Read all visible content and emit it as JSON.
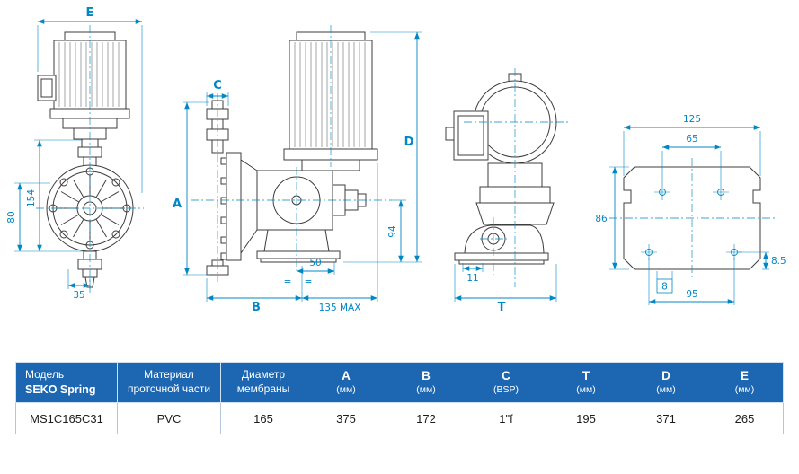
{
  "drawing": {
    "dim_color": "#0087c5",
    "line_color": "#3d3d3d",
    "labels": {
      "E": "E",
      "C": "C",
      "A": "A",
      "B": "B",
      "D": "D",
      "T": "T",
      "d154": "154",
      "d80": "80",
      "d35": "35",
      "d50": "50",
      "d135max": "135 MAX",
      "eq": "=",
      "d94": "94",
      "d11": "11",
      "d125": "125",
      "d65": "65",
      "d86": "86",
      "d8_5": "8.5",
      "d8": "8",
      "d95": "95"
    }
  },
  "table": {
    "headers": [
      {
        "line1": "Модель",
        "line2": "SEKO Spring"
      },
      {
        "line1": "Материал",
        "line2": "проточной части"
      },
      {
        "line1": "Диаметр",
        "line2": "мембраны"
      },
      {
        "line1": "A",
        "line2": "(мм)"
      },
      {
        "line1": "B",
        "line2": "(мм)"
      },
      {
        "line1": "C",
        "line2": "(BSP)"
      },
      {
        "line1": "T",
        "line2": "(мм)"
      },
      {
        "line1": "D",
        "line2": "(мм)"
      },
      {
        "line1": "E",
        "line2": "(мм)"
      }
    ],
    "row": [
      "MS1C165C31",
      "PVC",
      "165",
      "375",
      "172",
      "1\"f",
      "195",
      "371",
      "265"
    ]
  }
}
